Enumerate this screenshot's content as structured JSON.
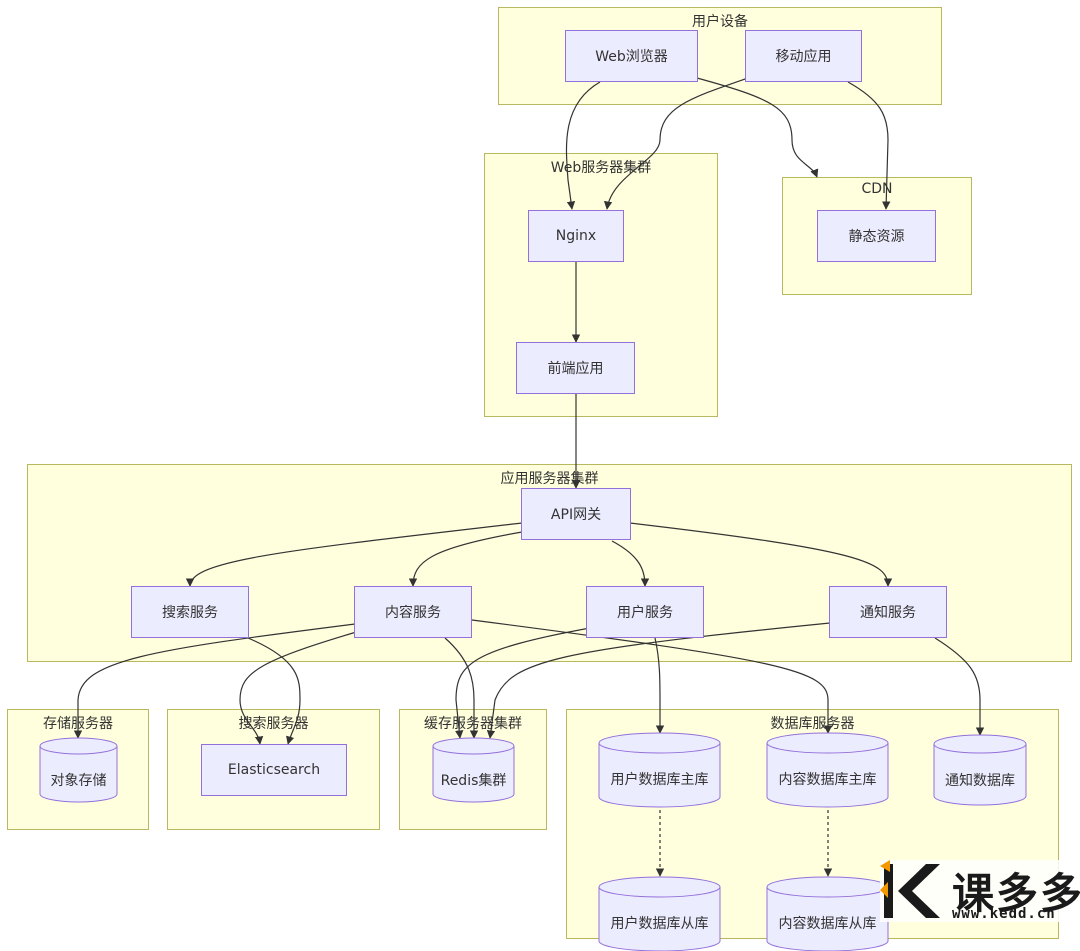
{
  "diagram": {
    "clusters": {
      "user_devices": "用户设备",
      "web_cluster": "Web服务器集群",
      "cdn": "CDN",
      "app_cluster": "应用服务器集群",
      "storage": "存储服务器",
      "search": "搜索服务器",
      "cache": "缓存服务器集群",
      "database": "数据库服务器"
    },
    "nodes": {
      "web_browser": "Web浏览器",
      "mobile_app": "移动应用",
      "static_resources": "静态资源",
      "nginx": "Nginx",
      "frontend_app": "前端应用",
      "api_gateway": "API网关",
      "search_service": "搜索服务",
      "content_service": "内容服务",
      "user_service": "用户服务",
      "notify_service": "通知服务",
      "object_storage": "对象存储",
      "elasticsearch": "Elasticsearch",
      "redis_cluster": "Redis集群",
      "user_db_master": "用户数据库主库",
      "content_db_master": "内容数据库主库",
      "notify_db": "通知数据库",
      "user_db_slave": "用户数据库从库",
      "content_db_slave": "内容数据库从库"
    },
    "colors": {
      "cluster_fill": "#ffffde",
      "cluster_border": "#b8b860",
      "node_fill": "#ececff",
      "node_border": "#9370db",
      "edge": "#333333"
    }
  },
  "watermark": {
    "brand": "课多多",
    "url": "www.kedd.cn",
    "icon": "k-logo-icon"
  }
}
